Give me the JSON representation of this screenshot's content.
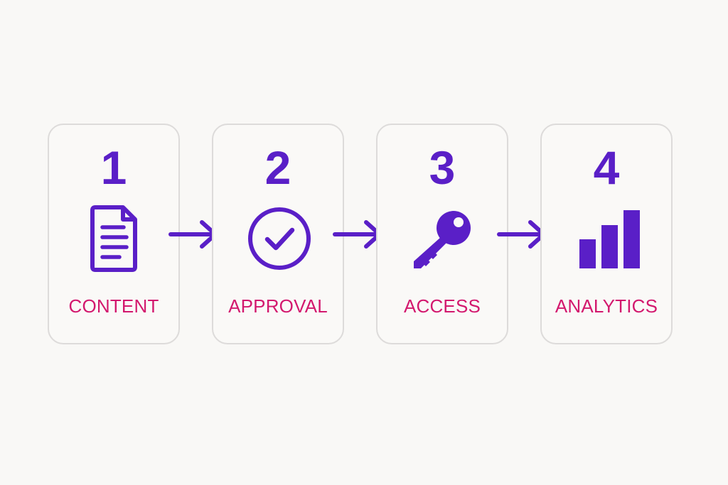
{
  "colors": {
    "accent": "#5a1fc7",
    "label": "#d3186e",
    "card_border": "#dddbda",
    "background": "#f9f8f6"
  },
  "steps": [
    {
      "number": "1",
      "label": "CONTENT",
      "icon": "document-icon"
    },
    {
      "number": "2",
      "label": "APPROVAL",
      "icon": "check-circle-icon"
    },
    {
      "number": "3",
      "label": "ACCESS",
      "icon": "key-icon"
    },
    {
      "number": "4",
      "label": "ANALYTICS",
      "icon": "bar-chart-icon"
    }
  ],
  "connectors": [
    {
      "icon": "arrow-right-icon"
    },
    {
      "icon": "arrow-right-icon"
    },
    {
      "icon": "arrow-right-icon"
    }
  ]
}
